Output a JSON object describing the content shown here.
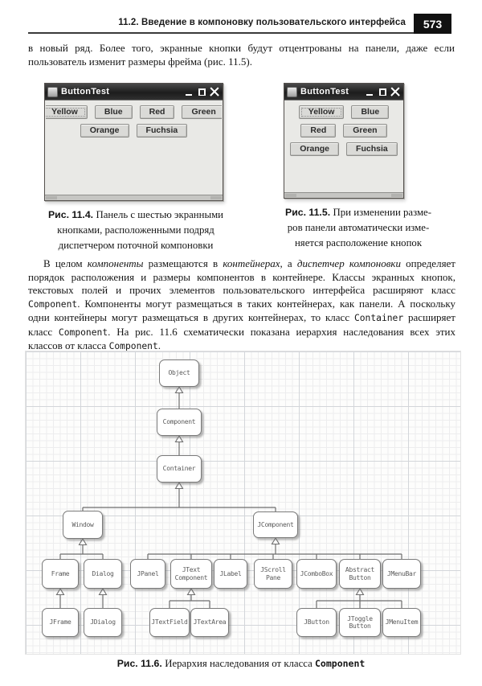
{
  "page": {
    "running_head": "11.2. Введение в компоновку пользовательского интерфейса",
    "page_number": "573"
  },
  "paragraphs": {
    "intro": [
      {
        "t": "в новый ряд. Более того, экранные кнопки будут отцентрованы на панели, даже если пользователь изменит размеры фрейма (рис. 11.5).",
        "s": "n"
      }
    ],
    "main": [
      {
        "t": "В целом ",
        "s": "n"
      },
      {
        "t": "компоненты",
        "s": "i"
      },
      {
        "t": " размещаются в ",
        "s": "n"
      },
      {
        "t": "контейнерах",
        "s": "i"
      },
      {
        "t": ", а ",
        "s": "n"
      },
      {
        "t": "диспетчер компоновки",
        "s": "i"
      },
      {
        "t": " определяет порядок расположения и размеры компонентов в контейнере. Классы экранных кнопок, текстовых полей и прочих элементов пользовательского интерфейса расширяют класс ",
        "s": "n"
      },
      {
        "t": "Component",
        "s": "m"
      },
      {
        "t": ". Компоненты могут размещаться в таких контейнерах, как панели. А поскольку одни контейнеры могут размещаться в других контейнерах, то класс ",
        "s": "n"
      },
      {
        "t": "Container",
        "s": "m"
      },
      {
        "t": " расширяет класс ",
        "s": "n"
      },
      {
        "t": "Component",
        "s": "m"
      },
      {
        "t": ". На рис. 11.6 схематически показана иерархия наследования всех этих классов от класса ",
        "s": "n"
      },
      {
        "t": "Component",
        "s": "m"
      },
      {
        "t": ".",
        "s": "n"
      }
    ]
  },
  "figures": {
    "fig114": {
      "window_title": "ButtonTest",
      "rows": [
        [
          "Yellow",
          "Blue",
          "Red",
          "Green"
        ],
        [
          "Orange",
          "Fuchsia"
        ]
      ],
      "focused_button": "Yellow",
      "caption": [
        {
          "t": "Рис. 11.4. ",
          "s": "b"
        },
        {
          "t": "Панель с шестью экранными",
          "s": "n"
        },
        {
          "s": "br"
        },
        {
          "t": "кнопками, расположенными подряд",
          "s": "n"
        },
        {
          "s": "br"
        },
        {
          "t": "диспетчером поточной компоновки",
          "s": "n"
        }
      ]
    },
    "fig115": {
      "window_title": "ButtonTest",
      "rows": [
        [
          "Yellow",
          "Blue"
        ],
        [
          "Red",
          "Green"
        ],
        [
          "Orange",
          "Fuchsia"
        ]
      ],
      "focused_button": "Yellow",
      "caption": [
        {
          "t": "Рис. 11.5. ",
          "s": "b"
        },
        {
          "t": "При изменении разме-",
          "s": "n"
        },
        {
          "s": "br"
        },
        {
          "t": "ров панели автоматически изме-",
          "s": "n"
        },
        {
          "s": "br"
        },
        {
          "t": "няется расположение кнопок",
          "s": "n"
        }
      ]
    },
    "fig116": {
      "caption": [
        {
          "t": "Рис. 11.6. ",
          "s": "b"
        },
        {
          "t": "Иерархия наследования от класса ",
          "s": "n"
        },
        {
          "t": "Component",
          "s": "mb"
        }
      ]
    }
  },
  "diagram": {
    "nodes": {
      "object": "Object",
      "component": "Component",
      "container": "Container",
      "window": "Window",
      "jcomponent": "JComponent",
      "frame": "Frame",
      "dialog": "Dialog",
      "jpanel": "JPanel",
      "jtextcomponent": "JText Component",
      "jlabel": "JLabel",
      "jscrollpane": "JScroll Pane",
      "jcombobox": "JComboBox",
      "abstractbutton": "Abstract Button",
      "jmenubar": "JMenuBar",
      "jframe": "JFrame",
      "jdialog": "JDialog",
      "jtextfield": "JTextField",
      "jtextarea": "JTextArea",
      "jbutton": "JButton",
      "jtogglebutton": "JToggle Button",
      "jmenuitem": "JMenuItem"
    },
    "edges": [
      {
        "child": "Component",
        "parent": "Object"
      },
      {
        "child": "Container",
        "parent": "Component"
      },
      {
        "child": "Window",
        "parent": "Container"
      },
      {
        "child": "JComponent",
        "parent": "Container"
      },
      {
        "child": "Frame",
        "parent": "Window"
      },
      {
        "child": "Dialog",
        "parent": "Window"
      },
      {
        "child": "JPanel",
        "parent": "JComponent"
      },
      {
        "child": "JText Component",
        "parent": "JComponent"
      },
      {
        "child": "JLabel",
        "parent": "JComponent"
      },
      {
        "child": "JScroll Pane",
        "parent": "JComponent"
      },
      {
        "child": "JComboBox",
        "parent": "JComponent"
      },
      {
        "child": "Abstract Button",
        "parent": "JComponent"
      },
      {
        "child": "JMenuBar",
        "parent": "JComponent"
      },
      {
        "child": "JFrame",
        "parent": "Frame"
      },
      {
        "child": "JDialog",
        "parent": "Dialog"
      },
      {
        "child": "JTextField",
        "parent": "JText Component"
      },
      {
        "child": "JTextArea",
        "parent": "JText Component"
      },
      {
        "child": "JButton",
        "parent": "Abstract Button"
      },
      {
        "child": "JToggle Button",
        "parent": "Abstract Button"
      },
      {
        "child": "JMenuItem",
        "parent": "Abstract Button"
      }
    ]
  },
  "colors": {
    "page_number_box": "#111111",
    "titlebar": "#262626",
    "swing_button_face": "#dadad7",
    "grid_major": "#d3d6da",
    "grid_minor": "#ededee"
  }
}
